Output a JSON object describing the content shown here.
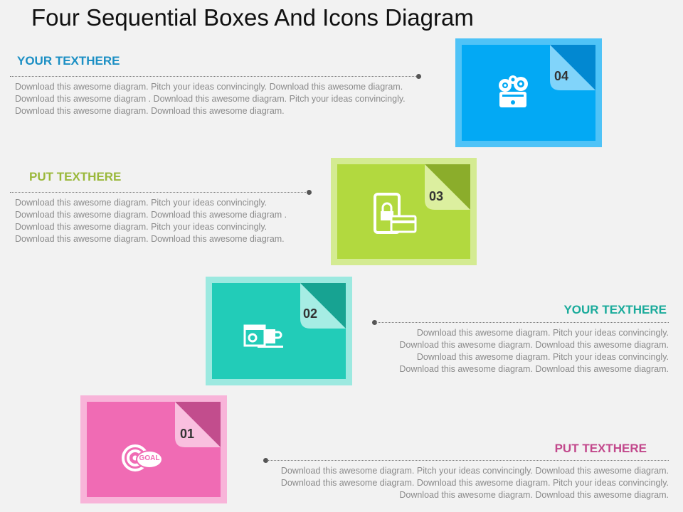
{
  "title": "Four Sequential Boxes And Icons Diagram",
  "colors": {
    "blue": "#03a9f4",
    "blue_light": "#4fc3f7",
    "blue_dark": "#0288d1",
    "green": "#b2d93f",
    "green_light": "#d4eb92",
    "green_dark": "#8bad2b",
    "teal": "#22ccb8",
    "teal_light": "#9ce9e0",
    "teal_dark": "#17a392",
    "pink": "#f06bb4",
    "pink_light": "#f8b4d9",
    "pink_dark": "#c24d8d"
  },
  "steps": [
    {
      "number": "04",
      "heading": "YOUR TEXTHERE",
      "heading_color": "#1b8fc4",
      "icon": "gears-icon",
      "text": "Download this awesome diagram. Pitch your ideas convincingly. Download this awesome diagram. Download this awesome diagram . Download this awesome diagram. Pitch your ideas convincingly. Download this awesome diagram. Download this awesome diagram."
    },
    {
      "number": "03",
      "heading": "PUT TEXTHERE",
      "heading_color": "#9ab83a",
      "icon": "mobile-lock-card-icon",
      "text": "Download this awesome diagram. Pitch your ideas convincingly. Download this awesome diagram. Download this awesome diagram . Download this awesome diagram. Pitch your ideas convincingly. Download this awesome diagram. Download this awesome diagram."
    },
    {
      "number": "02",
      "heading": "YOUR TEXTHERE",
      "heading_color": "#1aab9b",
      "icon": "browser-coffee-icon",
      "text": "Download this awesome diagram. Pitch your ideas convincingly. Download this awesome diagram. Download this awesome diagram. Download this awesome diagram. Pitch your ideas convincingly. Download this awesome diagram. Download this awesome diagram."
    },
    {
      "number": "01",
      "heading": "PUT TEXTHERE",
      "heading_color": "#c2488c",
      "icon": "goal-target-icon",
      "icon_label": "GOAL",
      "text": "Download this awesome diagram. Pitch your ideas convincingly. Download this awesome diagram. Download this awesome diagram. Download this awesome diagram. Pitch your ideas convincingly. Download this awesome diagram. Download this awesome diagram."
    }
  ]
}
